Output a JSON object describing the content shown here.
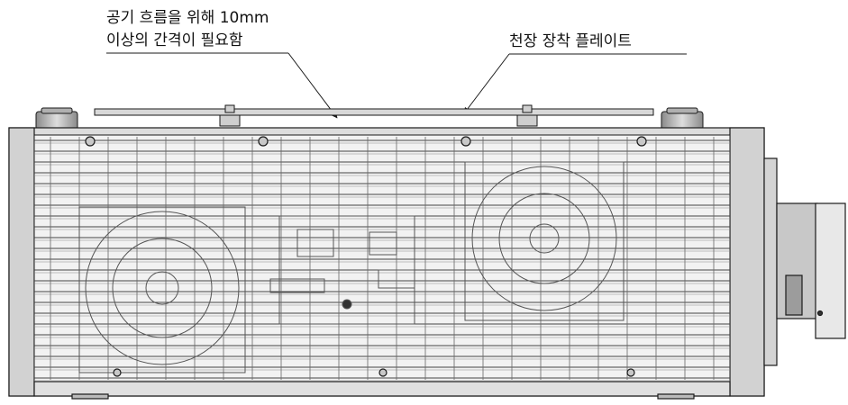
{
  "annotations": {
    "airflow_line1": "공기 흐름을 위해 10mm",
    "airflow_line2": "이상의 간격이 필요함",
    "mount_plate": "천장 장착 플레이트"
  },
  "colors": {
    "line": "#1a1a1a",
    "grille_bg": "#f2f2f2",
    "body_light": "#e6e6e6",
    "body_mid": "#cfcfcf",
    "body_dark": "#9a9a9a"
  }
}
